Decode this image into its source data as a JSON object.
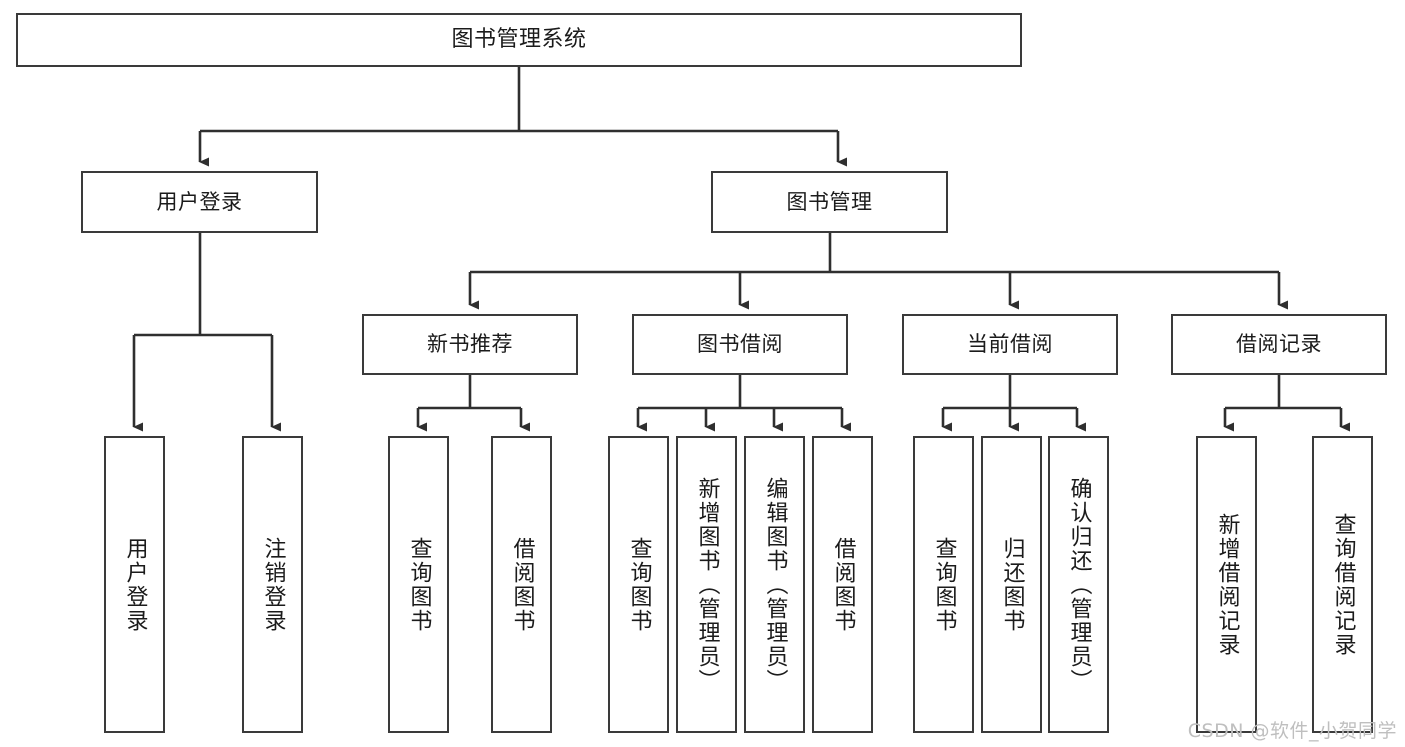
{
  "diagram": {
    "title": "图书管理系统",
    "type": "tree-hierarchy-chart",
    "orientation": "top-down",
    "colors": {
      "background": "#ffffff",
      "box_border": "#3a3a3a",
      "box_fill": "#ffffff",
      "text": "#1b1b1b",
      "edge": "#2f2f2f",
      "watermark": "#bfbfbf"
    },
    "watermark": "CSDN @软件_小贺同学"
  },
  "nodes": {
    "root": {
      "label": "图书管理系统"
    },
    "level2": [
      {
        "label": "用户登录"
      },
      {
        "label": "图书管理"
      }
    ],
    "level3": [
      {
        "label": "新书推荐"
      },
      {
        "label": "图书借阅"
      },
      {
        "label": "当前借阅"
      },
      {
        "label": "借阅记录"
      }
    ],
    "leaves": {
      "user_login": [
        {
          "label": "用户登录"
        },
        {
          "label": "注销登录"
        }
      ],
      "new_book_recommend": [
        {
          "label": "查询图书"
        },
        {
          "label": "借阅图书"
        }
      ],
      "book_borrow": [
        {
          "label": "查询图书"
        },
        {
          "label": "新增图书（管理员）"
        },
        {
          "label": "编辑图书（管理员）"
        },
        {
          "label": "借阅图书"
        }
      ],
      "current_borrow": [
        {
          "label": "查询图书"
        },
        {
          "label": "归还图书"
        },
        {
          "label": "确认归还（管理员）"
        }
      ],
      "borrow_record": [
        {
          "label": "新增借阅记录"
        },
        {
          "label": "查询借阅记录"
        }
      ]
    }
  }
}
